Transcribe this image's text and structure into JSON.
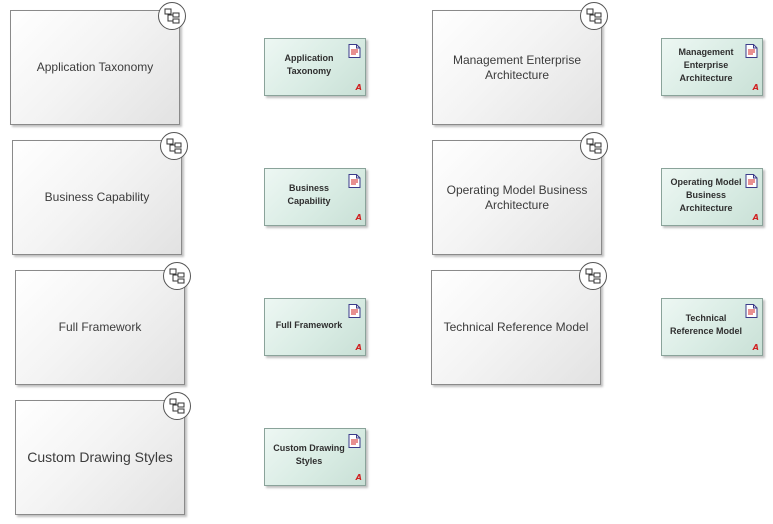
{
  "packages": [
    {
      "label": "Application Taxonomy"
    },
    {
      "label": "Business Capability"
    },
    {
      "label": "Full Framework"
    },
    {
      "label": "Custom Drawing Styles"
    },
    {
      "label": "Management Enterprise Architecture"
    },
    {
      "label": "Operating Model Business Architecture"
    },
    {
      "label": "Technical Reference Model"
    }
  ],
  "artifacts": [
    {
      "label": "Application Taxonomy"
    },
    {
      "label": "Business Capability"
    },
    {
      "label": "Full Framework"
    },
    {
      "label": "Custom Drawing Styles"
    },
    {
      "label": "Management Enterprise Architecture"
    },
    {
      "label": "Operating Model Business Architecture"
    },
    {
      "label": "Technical Reference Model"
    }
  ],
  "icons": {
    "package": "diagram-hierarchy-icon",
    "artifact_doc": "document-icon",
    "artifact_marker": "A"
  },
  "colors": {
    "package_fill": "#f4f4f4",
    "artifact_fill": "#d9ece4",
    "artifact_marker": "#d02020"
  }
}
